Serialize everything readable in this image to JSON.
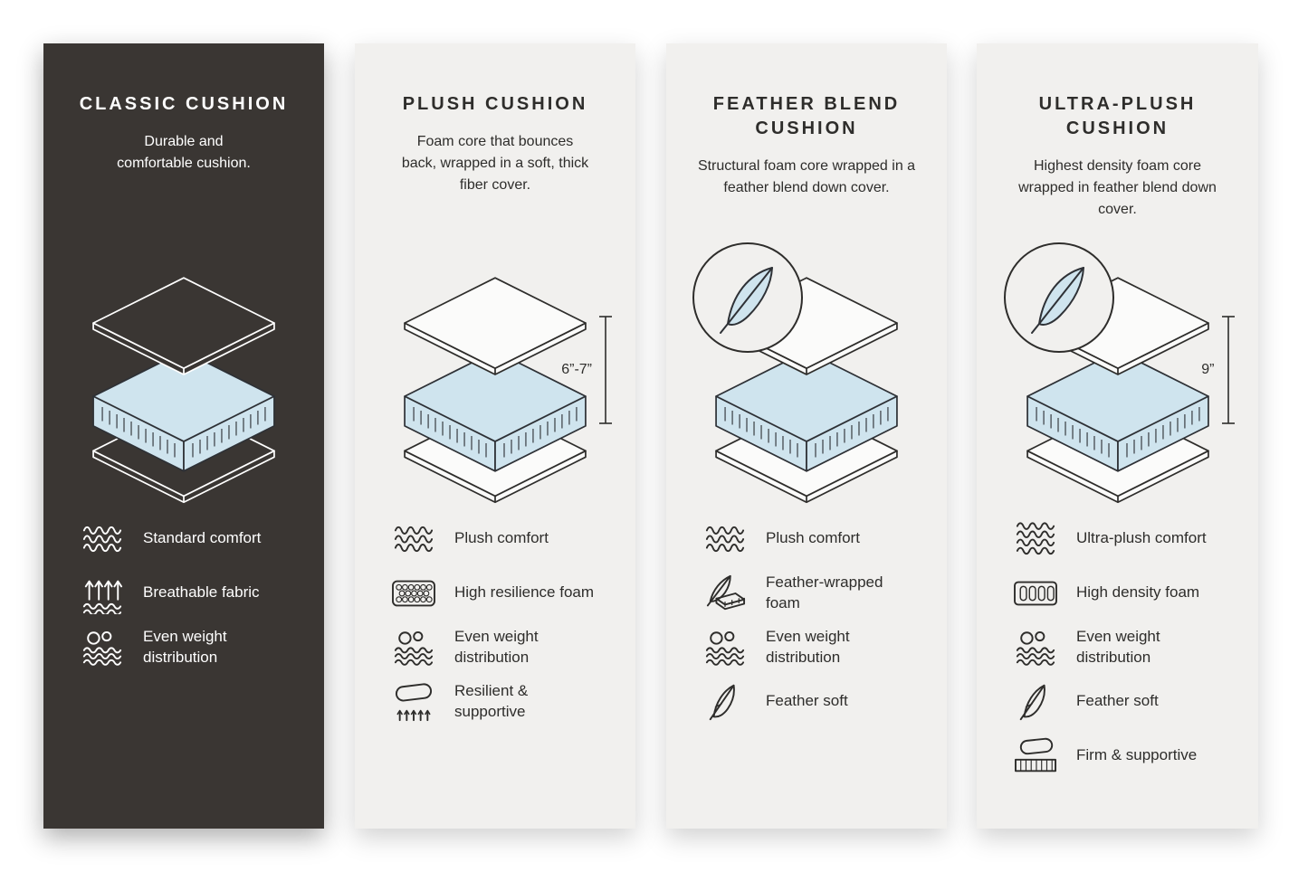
{
  "colors": {
    "background": "#ffffff",
    "dark_panel": "#3a3633",
    "light_panel": "#f1f0ee",
    "foam_blue": "#cfe4ee",
    "line_dark": "#2e3136",
    "text_light": "#ffffff",
    "text_dark": "#2e2d2b"
  },
  "panels": [
    {
      "title": "CLASSIC CUSHION",
      "description": "Durable and comfortable cushion.",
      "theme": "dark",
      "has_feather_badge": false,
      "features": [
        {
          "icon": "waves-icon",
          "label": "Standard comfort"
        },
        {
          "icon": "breathable-fabric-icon",
          "label": "Breathable fabric"
        },
        {
          "icon": "weight-distribution-icon",
          "label": "Even weight distribution"
        }
      ]
    },
    {
      "title": "PLUSH CUSHION",
      "description": "Foam core that bounces back, wrapped in a soft, thick fiber cover.",
      "theme": "light",
      "has_feather_badge": false,
      "measurement": "6”-7”",
      "features": [
        {
          "icon": "waves-icon",
          "label": "Plush comfort"
        },
        {
          "icon": "honeycomb-foam-icon",
          "label": "High resilience foam"
        },
        {
          "icon": "weight-distribution-icon",
          "label": "Even weight distribution"
        },
        {
          "icon": "resilient-supportive-icon",
          "label": "Resilient & supportive"
        }
      ]
    },
    {
      "title": "FEATHER BLEND CUSHION",
      "description": "Structural foam core wrapped in a feather blend down cover.",
      "theme": "light",
      "has_feather_badge": true,
      "features": [
        {
          "icon": "waves-icon",
          "label": "Plush comfort"
        },
        {
          "icon": "feather-wrapped-foam-icon",
          "label": "Feather-wrapped foam"
        },
        {
          "icon": "weight-distribution-icon",
          "label": "Even weight distribution"
        },
        {
          "icon": "feather-icon",
          "label": "Feather soft"
        }
      ]
    },
    {
      "title": "ULTRA-PLUSH CUSHION",
      "description": "Highest density foam core wrapped in feather blend down cover.",
      "theme": "light",
      "has_feather_badge": true,
      "measurement": "9”",
      "features": [
        {
          "icon": "waves-dense-icon",
          "label": "Ultra-plush comfort"
        },
        {
          "icon": "high-density-foam-icon",
          "label": "High density foam"
        },
        {
          "icon": "weight-distribution-icon",
          "label": "Even weight distribution"
        },
        {
          "icon": "feather-icon",
          "label": "Feather soft"
        },
        {
          "icon": "firm-supportive-icon",
          "label": "Firm & supportive"
        }
      ]
    }
  ]
}
